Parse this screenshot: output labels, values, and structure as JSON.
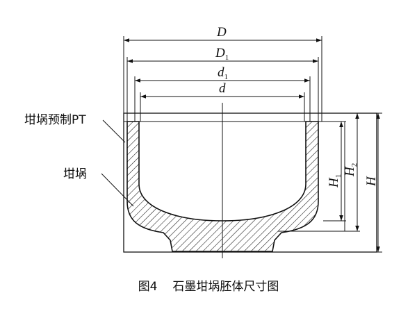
{
  "labels": {
    "preform": "坩埚预制PT",
    "crucible": "坩埚"
  },
  "dimensions": {
    "D": {
      "main": "D",
      "sub": ""
    },
    "D1": {
      "main": "D",
      "sub": "1"
    },
    "d1": {
      "main": "d",
      "sub": "1"
    },
    "d": {
      "main": "d",
      "sub": ""
    },
    "H": {
      "main": "H",
      "sub": ""
    },
    "H1": {
      "main": "H",
      "sub": "1"
    },
    "H2": {
      "main": "H",
      "sub": "2"
    }
  },
  "caption": {
    "number": "图4",
    "title": "石墨坩埚胚体尺寸图"
  },
  "colors": {
    "ink": "#111111",
    "background": "#ffffff"
  }
}
